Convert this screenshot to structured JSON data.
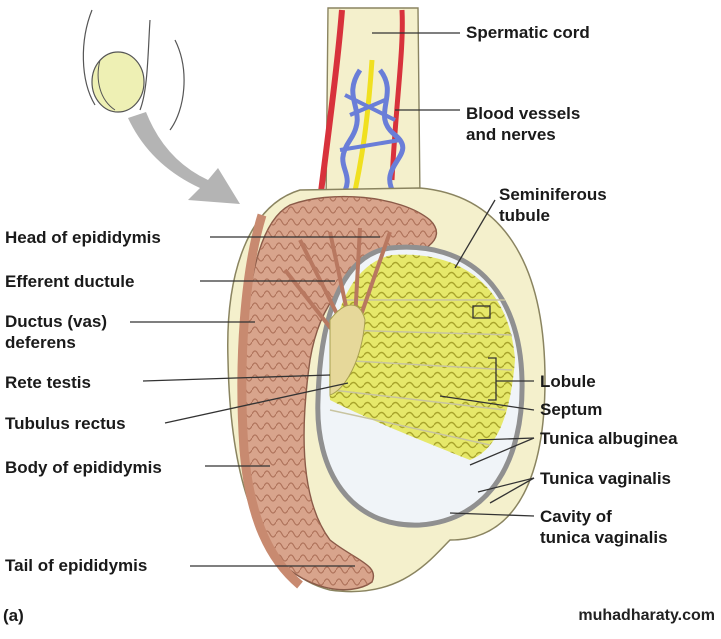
{
  "labels": {
    "spermatic_cord": "Spermatic cord",
    "blood_vessels": [
      "Blood vessels",
      "and nerves"
    ],
    "seminiferous_tubule": [
      "Seminiferous",
      "tubule"
    ],
    "head_of_epididymis": "Head of epididymis",
    "efferent_ductule": "Efferent ductule",
    "ductus_deferens": [
      "Ductus (vas)",
      "deferens"
    ],
    "rete_testis": "Rete testis",
    "tubulus_rectus": "Tubulus rectus",
    "body_of_epididymis": "Body of epididymis",
    "tail_of_epididymis": "Tail of epididymis",
    "lobule": "Lobule",
    "septum": "Septum",
    "tunica_albuginea": "Tunica albuginea",
    "tunica_vaginalis": "Tunica vaginalis",
    "cavity_of_tunica_vaginalis": [
      "Cavity of",
      "tunica vaginalis"
    ]
  },
  "panel_label": "(a)",
  "watermark": "muhadharaty.com",
  "colors": {
    "epididymis": "#d8a48c",
    "epididymis_dark": "#b87860",
    "tubules": "#e6e86a",
    "tubules_dark": "#b8b43a",
    "capsule": "#f4f0cc",
    "artery": "#d8323c",
    "vein": "#6a7ed8",
    "nerve": "#f0e020",
    "albuginea": "#a8a8a8",
    "arrow": "#b4b4b4"
  }
}
